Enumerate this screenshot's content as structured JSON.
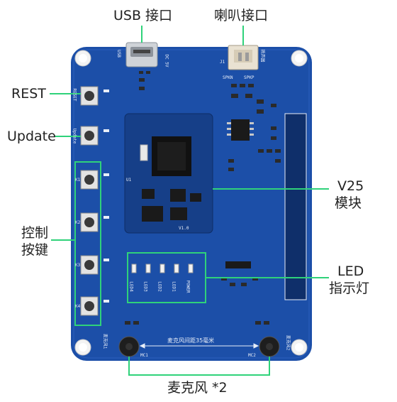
{
  "labels": {
    "usb_port": "USB 接口",
    "speaker_port": "喇叭接口",
    "reset": "REST",
    "update": "Update",
    "control_keys_line1": "控制",
    "control_keys_line2": "按键",
    "module_line1": "V25",
    "module_line2": "模块",
    "led_line1": "LED",
    "led_line2": "指示灯",
    "microphones": "麦克风 *2",
    "mic_spacing": "麦克风间距35毫米"
  },
  "silkscreen": {
    "dc": "DC 5V",
    "usb": "USB",
    "speaker": "扬声器",
    "spkn": "SPKN",
    "spkp": "SPKP",
    "j1": "J1",
    "mc1": "MC1",
    "mc2": "MC2",
    "mic1": "麦克风1",
    "mic2": "麦克风2",
    "led_names": [
      "LED4",
      "LED3",
      "LED2",
      "LED1",
      "POWER"
    ],
    "key_names": [
      "K1",
      "K2",
      "K3",
      "K4"
    ],
    "reset_silk": "RESET",
    "update_silk": "Update",
    "v10": "V1.0",
    "u1": "U1"
  },
  "colors": {
    "board": "#1c4fa8",
    "board_dark": "#163f88",
    "callout_green": "#2fd27a",
    "silk_white": "#e8eef8"
  }
}
